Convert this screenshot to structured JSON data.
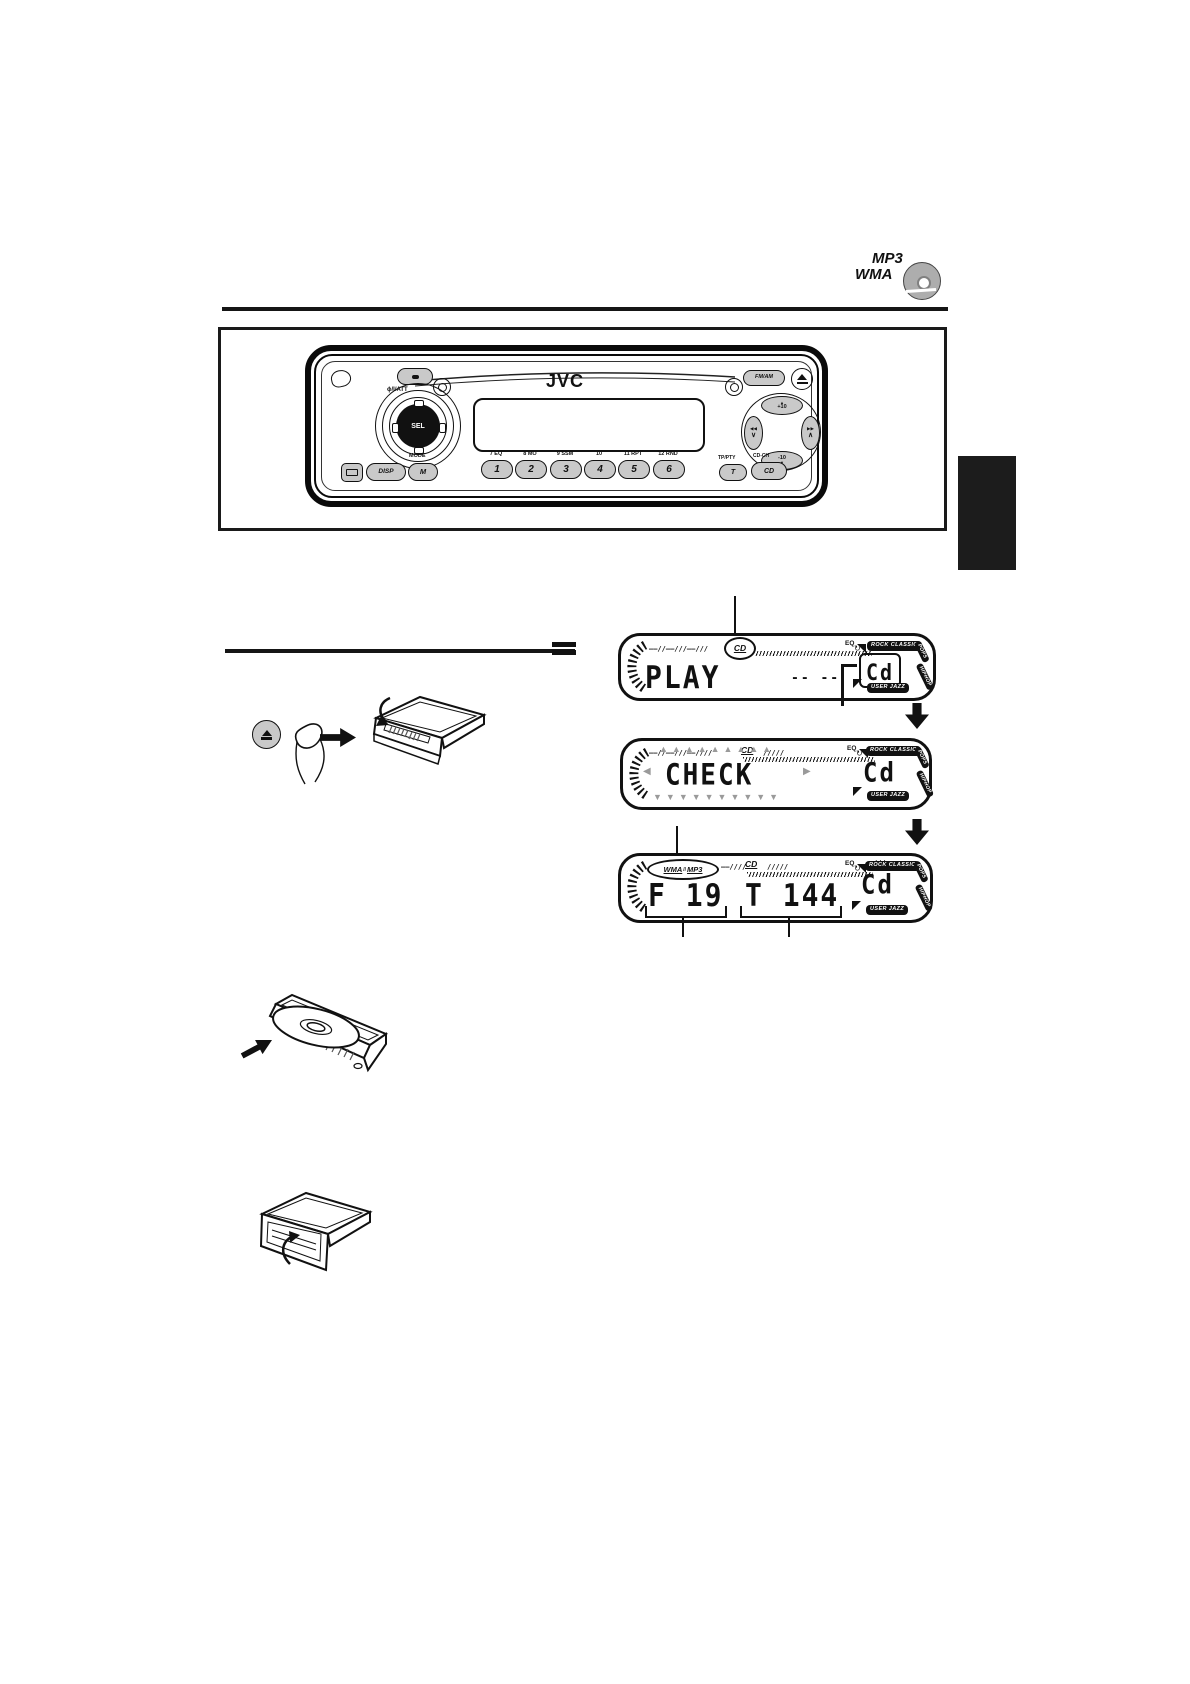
{
  "logo": {
    "mp3": "MP3",
    "wma": "WMA"
  },
  "faceplate": {
    "power_label": "ϕ/I/ATT",
    "brand": "JVC",
    "sel": "SEL",
    "fm_am": "FM/AM",
    "mode_label": "MODE",
    "m": "M",
    "disp": "DISP",
    "func_row": [
      "7 EQ",
      "8 MO",
      "9 SSM",
      "10",
      "11 RPT",
      "12 RND"
    ],
    "presets": [
      "1",
      "2",
      "3",
      "4",
      "5",
      "6"
    ],
    "plus10": "+10",
    "minus10": "-10",
    "seek_left": "◀◀",
    "seek_right": "▶▶",
    "chev_down": "∨",
    "chev_up": "∧",
    "tp_pty": "TP/PTY",
    "t": "T",
    "cd_ch": "CD-CH",
    "cd": "CD"
  },
  "lcd": {
    "badges": {
      "eq": "EQ",
      "eq_arrow": "↻",
      "rock": "ROCK CLASSIC",
      "pops": "POPS",
      "hiphop": "HIPHOP",
      "user": "USER JAZZ"
    },
    "play": {
      "seg_pre": "——//——///——///",
      "cd": "CD",
      "seg_tail": "///",
      "main": "PLAY",
      "dashes": "-- --",
      "source": "Cd"
    },
    "check": {
      "seg_pre": "——//——///——////",
      "cd": "CD",
      "seg_post": "/////",
      "seg_tail": "///",
      "main": "CHECK",
      "source": "Cd",
      "rays_top": "▲▲▲▲▲▲▲▲▲",
      "rays_bottom": "▼▼▼▼▼▼▼▼▼▼",
      "ray_left": "◀",
      "ray_right": "▶"
    },
    "mp3": {
      "wma": "WMA",
      "sep": "//",
      "mp3": "MP3",
      "seg_pre": "——////",
      "cd": "CD",
      "seg_post": "/////",
      "seg_tail": "///",
      "folder": "F 19",
      "track": "T 144",
      "source": "Cd"
    }
  },
  "colors": {
    "ink": "#111111",
    "button_gray": "#c9c9c9",
    "ray_gray": "#9a9a9a"
  }
}
